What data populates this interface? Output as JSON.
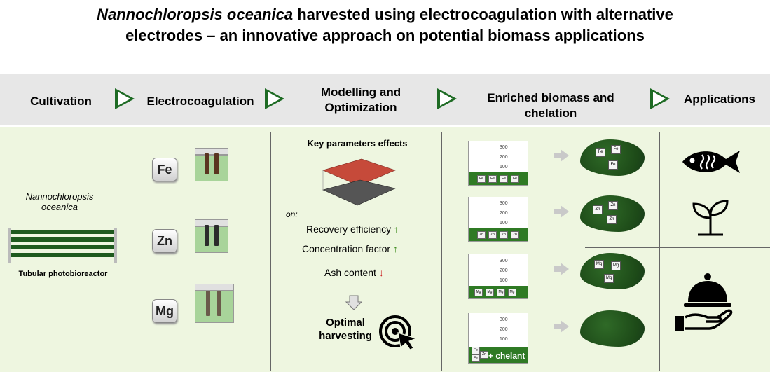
{
  "title": {
    "italic": "Nannochloropsis oceanica",
    "line1_rest": " harvested using electrocoagulation with alternative",
    "line2": "electrodes – an innovative approach on potential biomass applications"
  },
  "steps": [
    "Cultivation",
    "Electrocoagulation",
    "Modelling and Optimization",
    "Enriched biomass and chelation",
    "Applications"
  ],
  "cultivation": {
    "species": "Nannochloropsis oceanica",
    "reactor_label": "Tubular  photobioreactor"
  },
  "electrodes": [
    "Fe",
    "Zn",
    "Mg"
  ],
  "modelling": {
    "heading": "Key parameters effects",
    "on_label": "on:",
    "effects": [
      {
        "label": "Recovery efficiency",
        "direction": "up"
      },
      {
        "label": "Concentration factor",
        "direction": "up"
      },
      {
        "label": "Ash content",
        "direction": "down"
      }
    ],
    "outcome": "Optimal harvesting"
  },
  "enriched": {
    "scale_ticks": [
      "300",
      "200",
      "100"
    ],
    "rows": [
      "Fe",
      "Zn",
      "Mg",
      ""
    ],
    "chelant_label": "+ chelant"
  },
  "applications": [
    "fish-icon",
    "sprout-icon",
    "serving-cloche-icon"
  ],
  "colors": {
    "accent_green": "#1e6b24",
    "panel_bg": "#eef6e0",
    "step_bar_bg": "#e7e7e7"
  }
}
